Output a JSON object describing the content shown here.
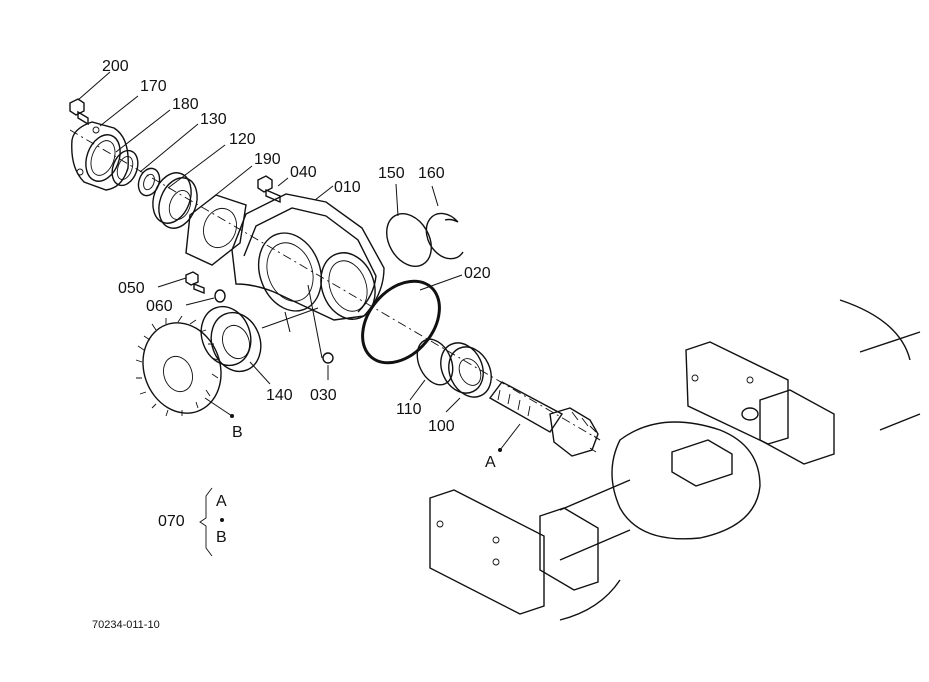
{
  "callouts": {
    "c200": "200",
    "c170": "170",
    "c180": "180",
    "c130": "130",
    "c120": "120",
    "c190": "190",
    "c040": "040",
    "c010": "010",
    "c150": "150",
    "c160": "160",
    "c020": "020",
    "c050": "050",
    "c060": "060",
    "c140": "140",
    "c030": "030",
    "c110": "110",
    "c100": "100"
  },
  "gear_refs": {
    "a": "A",
    "b": "B"
  },
  "set_callout": {
    "number": "070",
    "item_a": "A",
    "item_b": "B"
  },
  "figure_code": "70234-011-10"
}
